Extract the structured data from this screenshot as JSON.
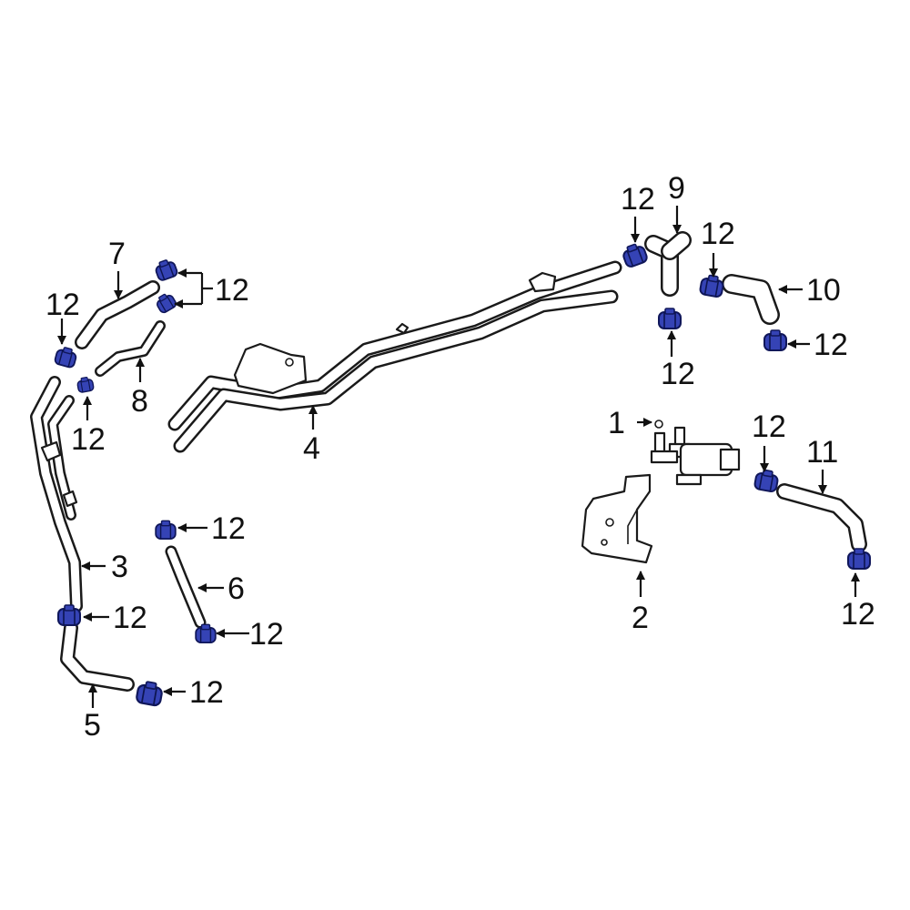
{
  "diagram": {
    "clamp_color": "#3543b5",
    "clamp_outline": "#10175a",
    "callouts": {
      "p1": "1",
      "p2": "2",
      "p3": "3",
      "p4": "4",
      "p5": "5",
      "p6": "6",
      "p7": "7",
      "p8": "8",
      "p9": "9",
      "p10": "10",
      "p11": "11",
      "clamp_a": "12",
      "clamp_b": "12",
      "clamp_c": "12",
      "clamp_d": "12",
      "clamp_e": "12",
      "clamp_f": "12",
      "clamp_g": "12",
      "clamp_h": "12",
      "clamp_i": "12",
      "clamp_j": "12",
      "clamp_k": "12",
      "clamp_l": "12",
      "clamp_m": "12"
    }
  }
}
